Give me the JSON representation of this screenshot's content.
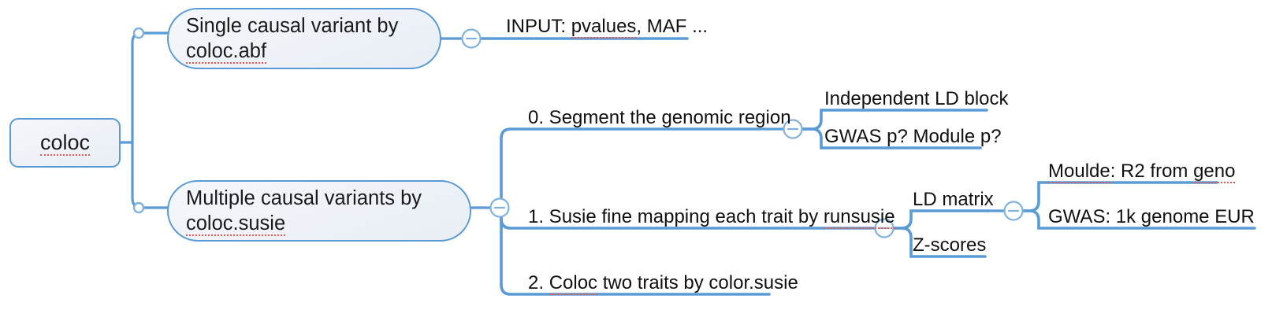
{
  "diagram": {
    "type": "mind-map",
    "title": "coloc",
    "background_color": "#ffffff",
    "colors": {
      "branch": "#5b9bd5",
      "node_border": "#5b9bd5",
      "node_fill": "#eef2f8",
      "text": "#111111",
      "spellcheck_underline": "#e8584c",
      "collapse_button_fill": "#ffffff"
    },
    "root": {
      "label": "coloc",
      "shape": "rounded-rect",
      "misspelled_words": [
        "coloc"
      ]
    },
    "branches": [
      {
        "id": "single",
        "label_line1": "Single causal variant by",
        "label_line2": "coloc.abf",
        "shape": "pill",
        "misspelled_words": [
          "coloc.abf"
        ],
        "collapse_button": "minus",
        "children": [
          {
            "id": "input",
            "label_pre": "INPUT: ",
            "label_mis": "pvalues",
            "label_post": ", MAF ...",
            "style": "underline",
            "misspelled_words": [
              "pvalues"
            ]
          }
        ]
      },
      {
        "id": "multiple",
        "label_line1": "Multiple causal variants by",
        "label_line2": "coloc.susie",
        "shape": "pill",
        "misspelled_words": [
          "coloc.susie"
        ],
        "collapse_button": "minus",
        "children": [
          {
            "id": "step0",
            "label": "0. Segment the genomic region",
            "style": "underline",
            "collapse_button": "minus",
            "children": [
              {
                "id": "ldblock",
                "label": "Independent LD block",
                "style": "underline"
              },
              {
                "id": "gwasp",
                "label": "GWAS p? Module p?",
                "style": "underline"
              }
            ]
          },
          {
            "id": "step1",
            "label_pre": "1. Susie fine mapping each trait by ",
            "label_mis": "runsusie",
            "label_post": "",
            "style": "underline",
            "misspelled_words": [
              "runsusie"
            ],
            "collapse_button": "minus",
            "children": [
              {
                "id": "ldmatrix",
                "label": "LD matrix",
                "style": "underline",
                "collapse_button": "minus",
                "children": [
                  {
                    "id": "moulde",
                    "label_pre": "",
                    "label_mis": "Moulde",
                    "label_mid": ": R2 from ",
                    "label_mis2": "geno",
                    "style": "underline",
                    "misspelled_words": [
                      "Moulde",
                      "geno"
                    ]
                  },
                  {
                    "id": "gwas1k",
                    "label": "GWAS: 1k genome EUR",
                    "style": "underline"
                  }
                ]
              },
              {
                "id": "zscores",
                "label": "Z-scores",
                "style": "underline"
              }
            ]
          },
          {
            "id": "step2",
            "label_pre": "2. ",
            "label_mis": "Coloc",
            "label_post": " two traits by color.susie",
            "style": "underline",
            "misspelled_words": [
              "Coloc"
            ]
          }
        ]
      }
    ]
  }
}
